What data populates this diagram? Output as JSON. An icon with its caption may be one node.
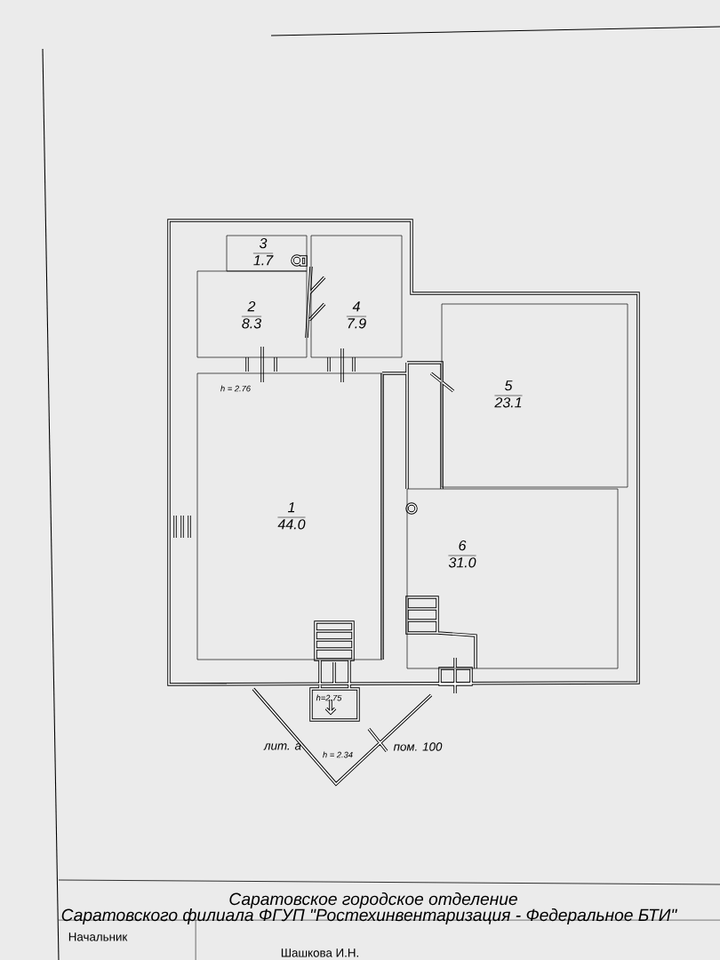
{
  "diagram": {
    "nodes": [
      {
        "text": [
          "1",
          "44.0"
        ]
      },
      {
        "text": [
          "2",
          "8.3"
        ]
      },
      {
        "text": [
          "3",
          "1.7"
        ]
      },
      {
        "text": [
          "4",
          "7.9"
        ]
      },
      {
        "text": [
          "5",
          "23.1"
        ]
      },
      {
        "text": [
          "6",
          "31.0"
        ]
      }
    ],
    "edges": [],
    "labels": [
      "h = 2.76",
      "h=2.75",
      "лит. а",
      "h = 2.34",
      "пом. 100",
      "Саратовское городское отделение",
      "Саратовского филиала ФГУП \"Ростехинвентаризация - Федеральное БТИ\"",
      "Начальник",
      "Шашкова И.Н."
    ]
  }
}
